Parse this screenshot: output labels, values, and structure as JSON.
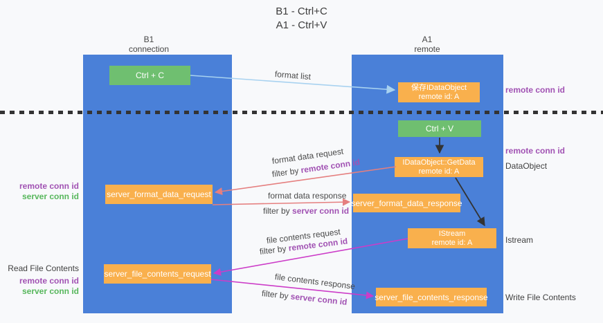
{
  "title": {
    "line1": "B1 - Ctrl+C",
    "line2": "A1 - Ctrl+V"
  },
  "lifelines": {
    "left": {
      "name": "B1",
      "role": "connection"
    },
    "right": {
      "name": "A1",
      "role": "remote"
    }
  },
  "nodes": {
    "ctrl_c": {
      "label": "Ctrl + C"
    },
    "ctrl_v": {
      "label": "Ctrl + V"
    },
    "save_dataobject": {
      "line1": "保存IDataObject",
      "line2": "remote id: A"
    },
    "getdata": {
      "line1": "IDataObject::GetData",
      "line2": "remote id: A"
    },
    "istream": {
      "line1": "IStream",
      "line2": "remote id: A"
    },
    "format_request": {
      "label": "server_format_data_request"
    },
    "format_response": {
      "label": "server_format_data_response"
    },
    "file_request": {
      "label": "server_file_contents_request"
    },
    "file_response": {
      "label": "server_file_contents_response"
    }
  },
  "messages": {
    "format_list": "format list",
    "format_data_request": "format data request",
    "format_data_response": "format data response",
    "file_contents_request": "file contents request",
    "file_contents_response": "file contents response",
    "filter_by": "filter by ",
    "remote_conn_id": "remote conn id",
    "server_conn_id": "server conn id"
  },
  "annotations": {
    "left": {
      "remote_conn_id_1": "remote conn id",
      "server_conn_id_1": "server conn id",
      "read_file_contents": "Read File Contents",
      "remote_conn_id_2": "remote conn id",
      "server_conn_id_2": "server conn id"
    },
    "right": {
      "remote_conn_id_1": "remote conn id",
      "remote_conn_id_2": "remote conn id",
      "dataobject": "DataObject",
      "istream": "Istream",
      "write_file_contents": "Write File Contents"
    }
  },
  "colors": {
    "lifeline_blue": "#4a80d8",
    "node_orange": "#f9b04d",
    "node_green": "#6fbf70",
    "arrow_light_blue": "#a8d2f0",
    "arrow_red": "#e57f7f",
    "arrow_magenta": "#cc3cc8",
    "arrow_black": "#333333",
    "text_purple": "#a152b3",
    "text_green": "#57b75c",
    "text_dark": "#3f3f3f"
  }
}
